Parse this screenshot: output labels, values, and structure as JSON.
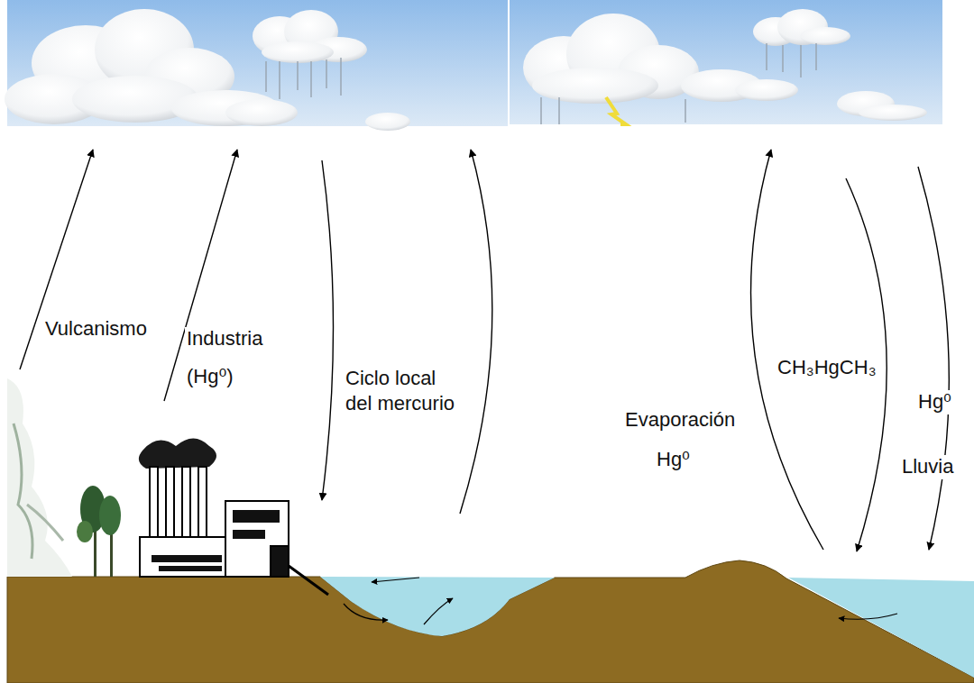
{
  "diagram": {
    "labels": [
      "Vulcanismo",
      "Industria",
      "(Hg⁰)",
      "Ciclo local del mercurio",
      "Evaporación",
      "Hg⁰",
      "CH₃HgCH₃",
      "Hg⁰",
      "Lluvia"
    ]
  }
}
